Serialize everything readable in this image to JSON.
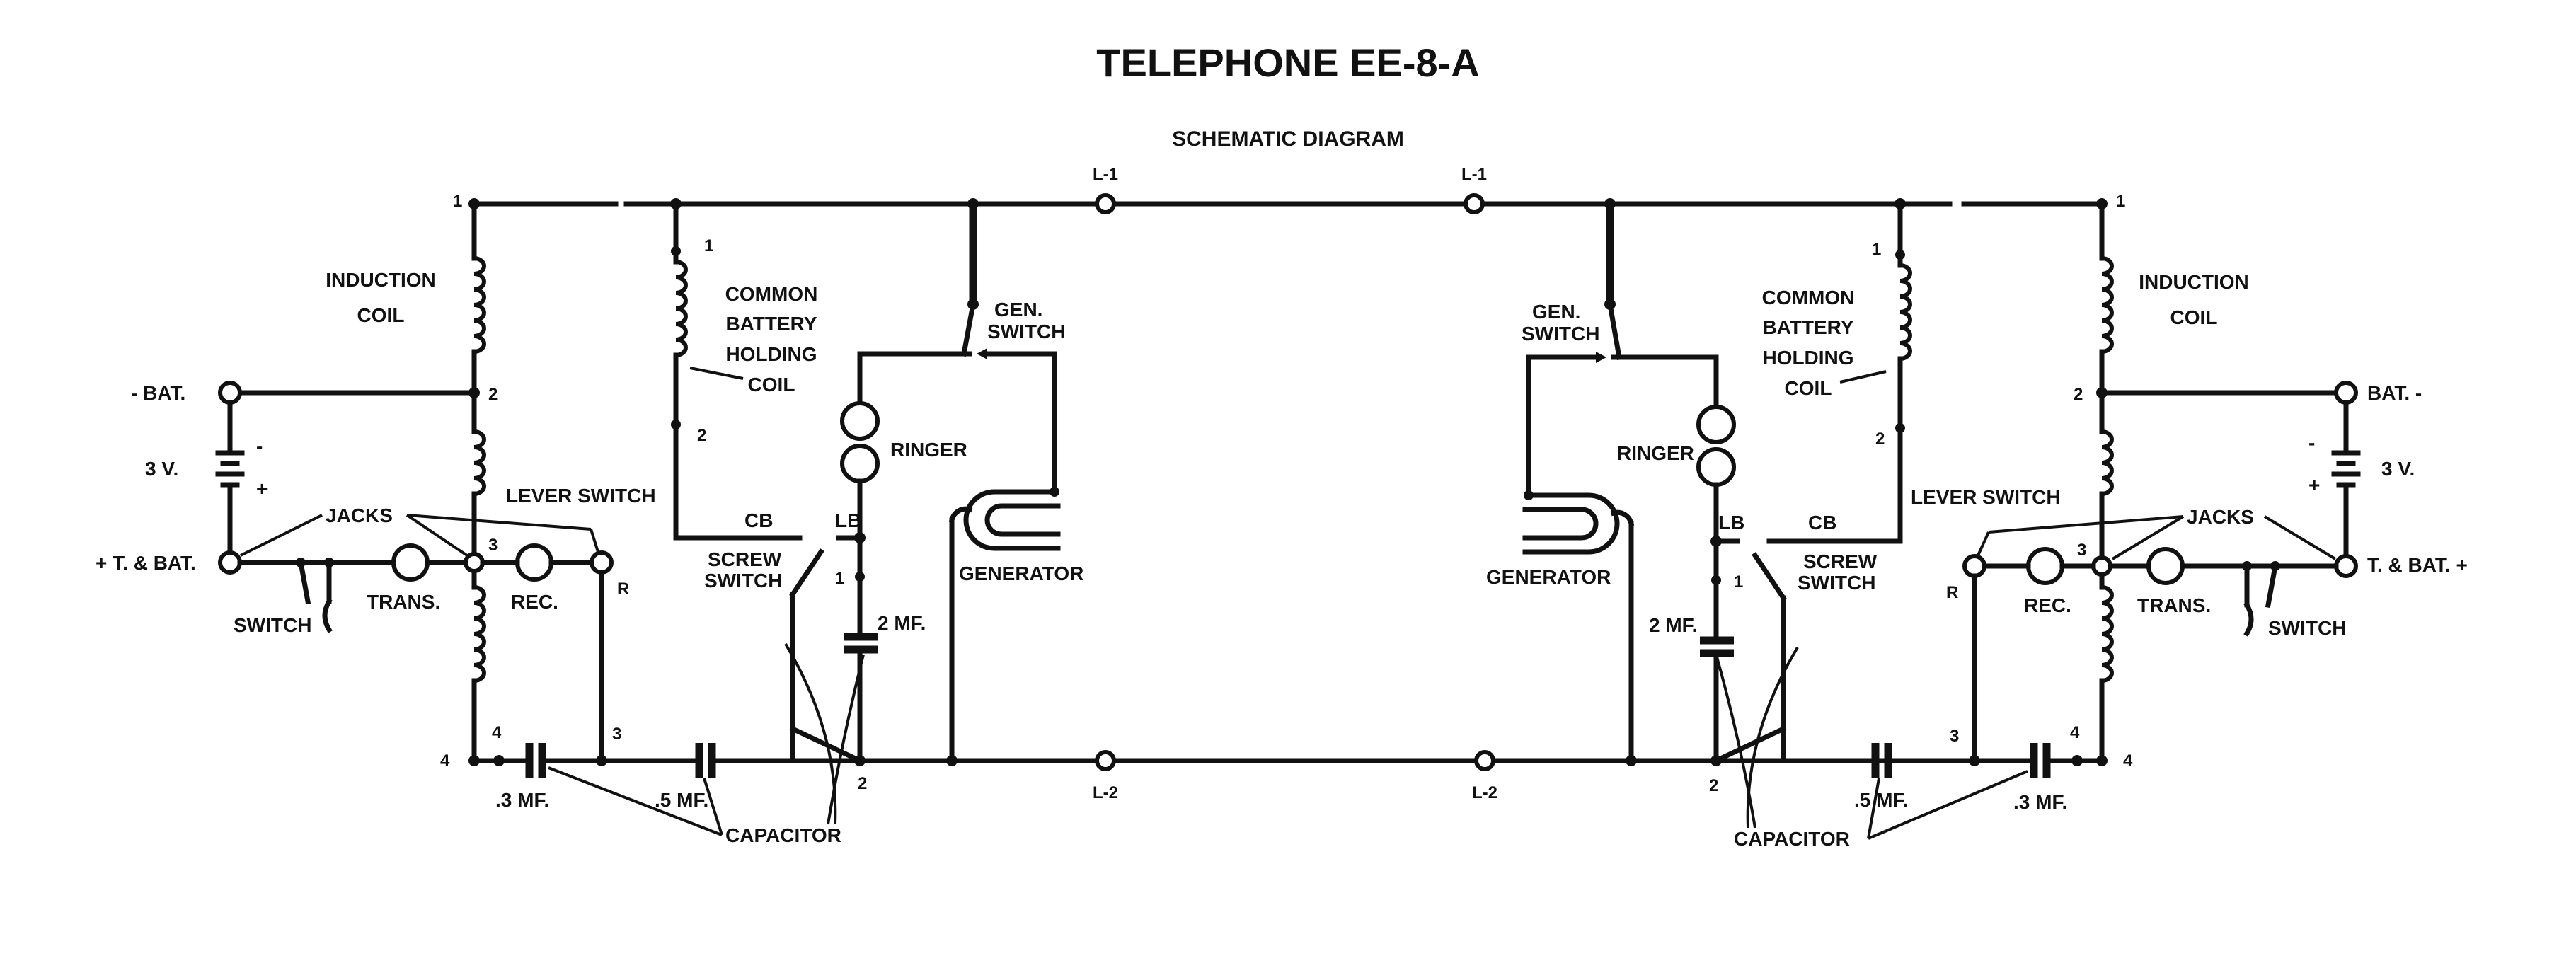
{
  "title": "TELEPHONE EE-8-A",
  "subtitle": "SCHEMATIC DIAGRAM",
  "line_terminals": {
    "l1": "L-1",
    "l2": "L-2"
  },
  "labels": {
    "induction_coil": [
      "INDUCTION",
      "COIL"
    ],
    "holding_coil": [
      "COMMON",
      "BATTERY",
      "HOLDING",
      "COIL"
    ],
    "gen_switch": [
      "GEN.",
      "SWITCH"
    ],
    "ringer": "RINGER",
    "generator": "GENERATOR",
    "lever_switch": "LEVER SWITCH",
    "cb": "CB",
    "lb": "LB",
    "screw_switch": [
      "SCREW",
      "SWITCH"
    ],
    "cap_2mf": "2 MF.",
    "cap_3mf": ".3 MF.",
    "cap_5mf": ".5 MF.",
    "capacitor": "CAPACITOR",
    "jacks": "JACKS",
    "trans": "TRANS.",
    "rec": "REC.",
    "switch": "SWITCH",
    "battery_volts": "3 V.",
    "r": "R",
    "bat_neg_left": "- BAT.",
    "bat_neg_right": "BAT. -",
    "t_bat_left": "+ T. & BAT.",
    "t_bat_right": "T. & BAT. +",
    "plus": "+",
    "minus": "-"
  },
  "numbers": {
    "n1": "1",
    "n2": "2",
    "n3": "3",
    "n4": "4"
  }
}
